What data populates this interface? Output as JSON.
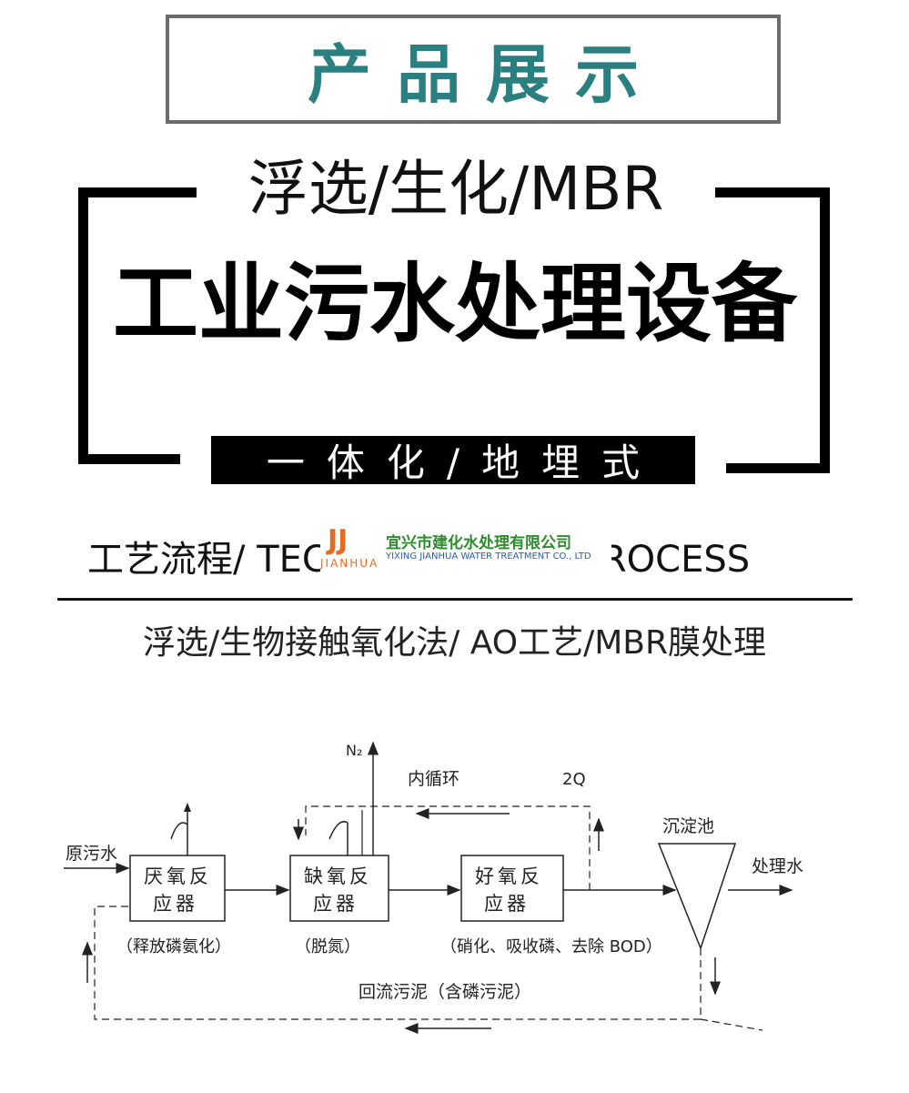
{
  "header": {
    "title": "产品展示"
  },
  "hero": {
    "subtitle": "浮选/生化/MBR",
    "title": "工业污水处理设备",
    "tagline": "一体化/地埋式"
  },
  "process": {
    "heading": "工艺流程/ TECHNOLOGICAL PROCESS",
    "methods": "浮选/生物接触氧化法/ AO工艺/MBR膜处理"
  },
  "watermark": {
    "mark": "JJ",
    "brand_en": "JIANHUA",
    "company_cn": "宜兴市建化水处理有限公司",
    "company_en": "YIXING JIANHUA WATER TREATMENT CO., LTD"
  },
  "diagram": {
    "n2_label": "N₂",
    "internal_loop": "内循环",
    "loop_ratio": "2Q",
    "clarifier": "沉淀池",
    "influent": "原污水",
    "effluent": "处理水",
    "reactors": [
      {
        "line1": "厌氧反",
        "line2": "应器",
        "note": "（释放磷氨化）"
      },
      {
        "line1": "缺氧反",
        "line2": "应器",
        "note": "（脱氮）"
      },
      {
        "line1": "好氧反",
        "line2": "应器",
        "note": "（硝化、吸收磷、去除 BOD）"
      }
    ],
    "sludge_return": "回流污泥（含磷污泥）"
  },
  "colors": {
    "header_text": "#2a7f80",
    "header_border": "#6b6b6b",
    "logo_orange": "#e86a1f",
    "logo_green": "#2e8b2e",
    "logo_blue": "#1f5fb4"
  }
}
